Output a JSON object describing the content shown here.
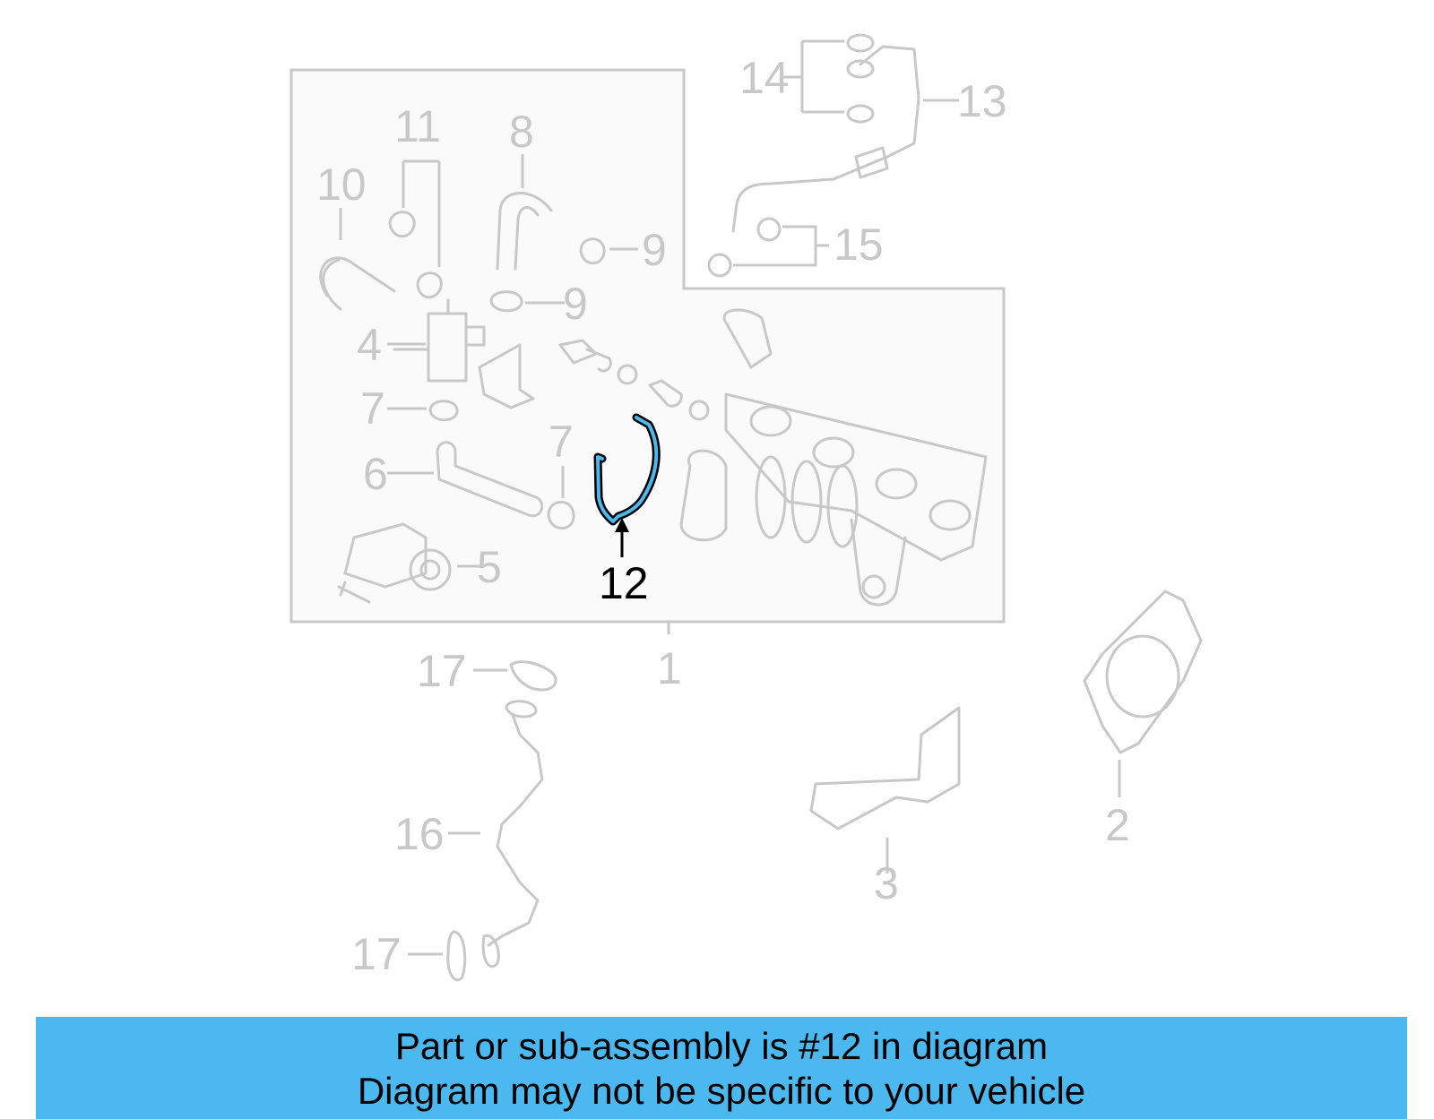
{
  "diagram": {
    "highlighted_part": "12",
    "highlight_color": "#4cb8f0",
    "callouts": {
      "c1": "1",
      "c2": "2",
      "c3": "3",
      "c4": "4",
      "c5": "5",
      "c6": "6",
      "c7a": "7",
      "c7b": "7",
      "c8": "8",
      "c9a": "9",
      "c9b": "9",
      "c10": "10",
      "c11": "11",
      "c12": "12",
      "c13": "13",
      "c14": "14",
      "c15": "15",
      "c16": "16",
      "c17a": "17",
      "c17b": "17"
    }
  },
  "banner": {
    "color": "#4cb8f0",
    "line1": "Part or sub-assembly is #12 in diagram",
    "line2": "Diagram may not be specific to your vehicle"
  }
}
